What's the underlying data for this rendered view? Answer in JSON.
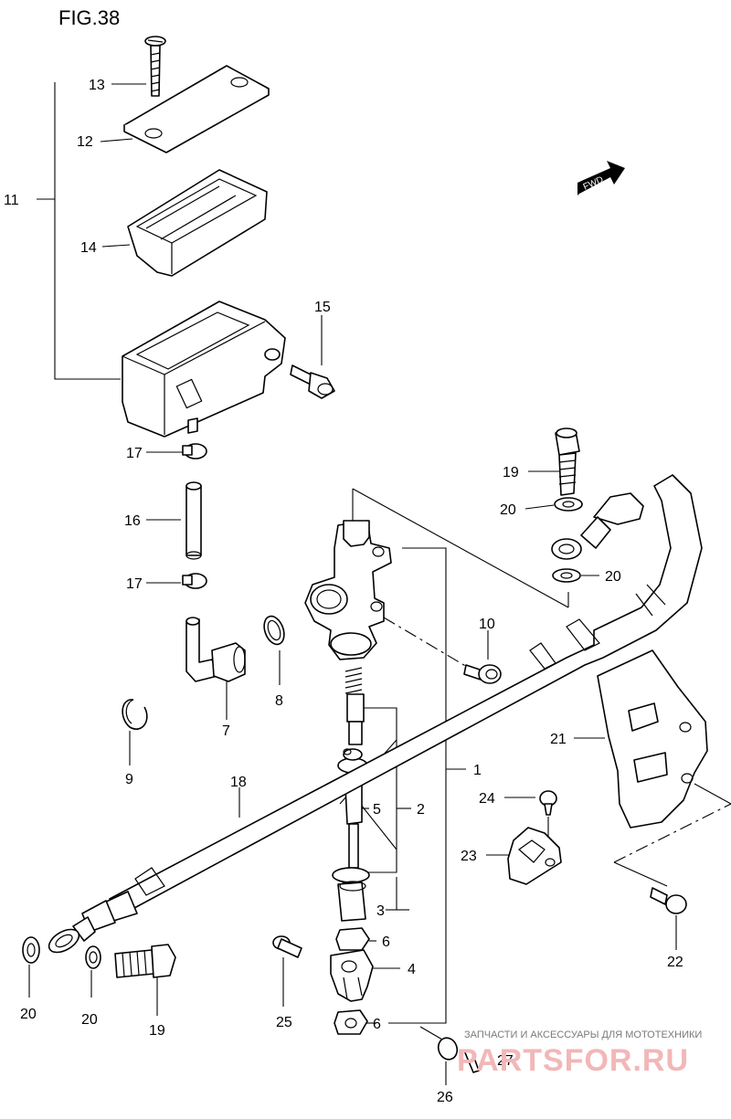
{
  "figure": {
    "title": "FIG.38",
    "fwd_label": "FWD"
  },
  "callouts": {
    "c1": "1",
    "c2": "2",
    "c3": "3",
    "c4": "4",
    "c5": "5",
    "c6a": "6",
    "c6b": "6",
    "c7": "7",
    "c8": "8",
    "c9": "9",
    "c10": "10",
    "c11": "11",
    "c12": "12",
    "c13": "13",
    "c14": "14",
    "c15": "15",
    "c16": "16",
    "c17a": "17",
    "c17b": "17",
    "c18": "18",
    "c19a": "19",
    "c19b": "19",
    "c20a": "20",
    "c20b": "20",
    "c20c": "20",
    "c20d": "20",
    "c21": "21",
    "c22": "22",
    "c23": "23",
    "c24": "24",
    "c25": "25",
    "c26": "26",
    "c27": "27"
  },
  "watermark": {
    "caption": "ЗАПЧАСТИ И АКСЕССУАРЫ ДЛЯ МОТОТЕХНИКИ",
    "site": "PARTSFOR.RU"
  }
}
